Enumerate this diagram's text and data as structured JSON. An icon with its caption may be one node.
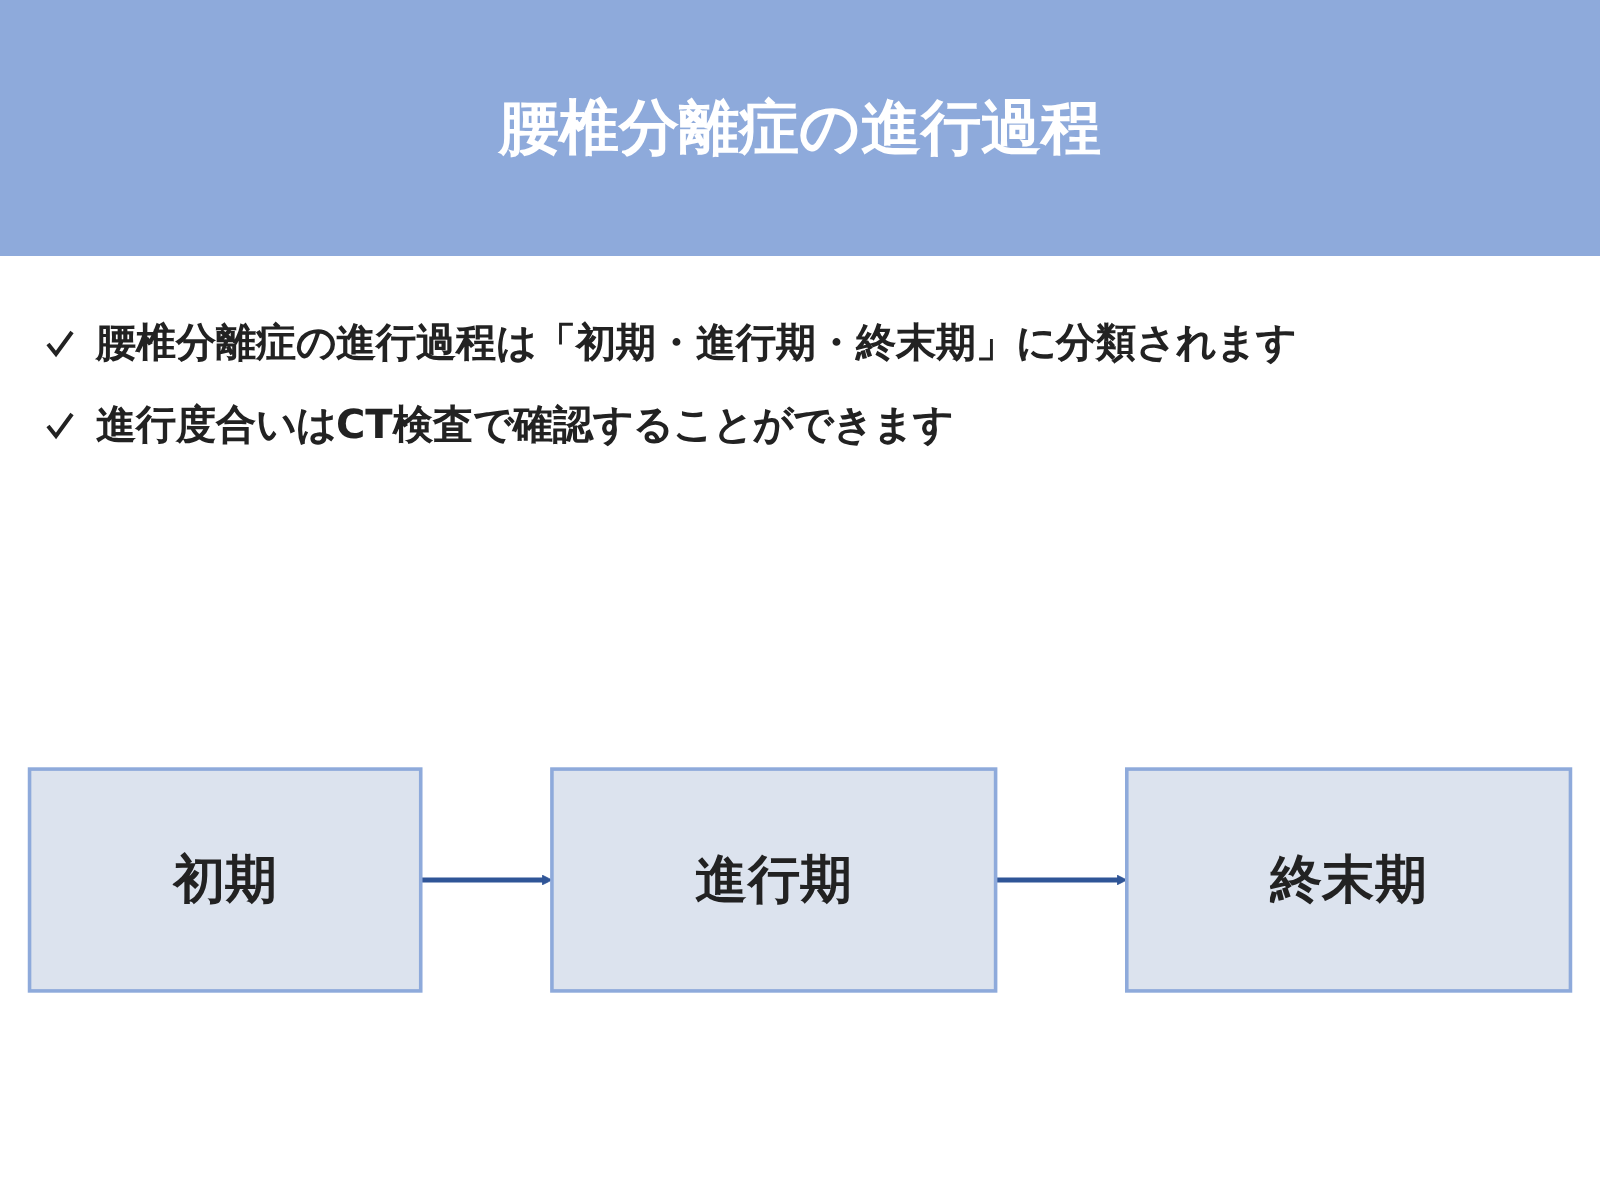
{
  "diagram": {
    "title": "腰椎分離症の進行過程",
    "nodes": [
      {
        "text": [
          "初期"
        ]
      },
      {
        "text": [
          "進行期"
        ]
      },
      {
        "text": [
          "終末期"
        ]
      }
    ],
    "edges": [
      {
        "from": 0,
        "to": 1,
        "arrow": "to"
      },
      {
        "from": 1,
        "to": 2,
        "arrow": "to"
      }
    ],
    "labels": [
      "腰椎分離症の進行過程は「初期・進行期・終末期」に分類されます",
      "進行度合いはCT検査で確認することができます"
    ]
  }
}
